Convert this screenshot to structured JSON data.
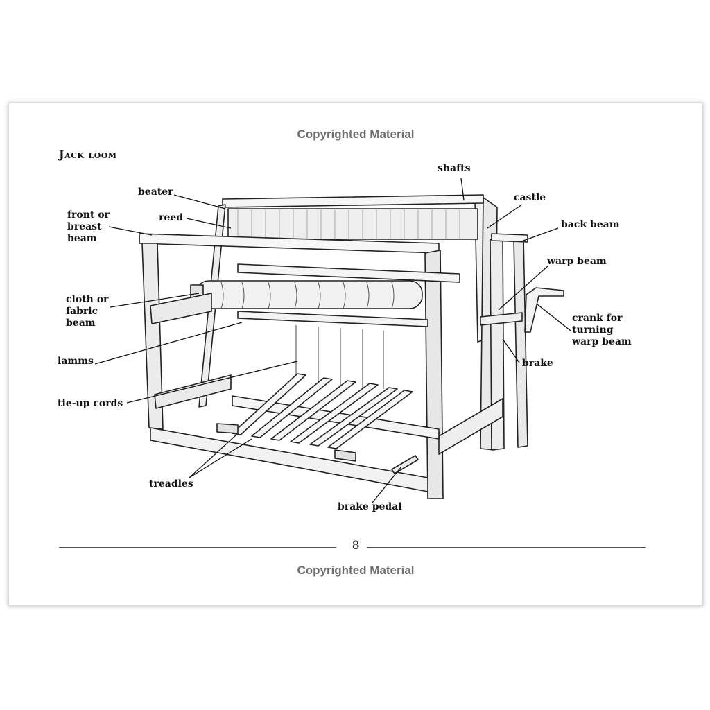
{
  "watermark": "Copyrighted Material",
  "title": "Jack loom",
  "page_number": "8",
  "labels": {
    "shafts": "shafts",
    "beater": "beater",
    "castle": "castle",
    "reed": "reed",
    "front_beam": "front or\nbreast\nbeam",
    "back_beam": "back beam",
    "warp_beam": "warp beam",
    "cloth_beam": "cloth or\nfabric\nbeam",
    "crank": "crank for\nturning\nwarp beam",
    "lamms": "lamms",
    "brake": "brake",
    "tie_up_cords": "tie-up cords",
    "treadles": "treadles",
    "brake_pedal": "brake pedal"
  },
  "colors": {
    "ink": "#111111",
    "paper": "#ffffff",
    "watermark": "#6d6d6d"
  }
}
